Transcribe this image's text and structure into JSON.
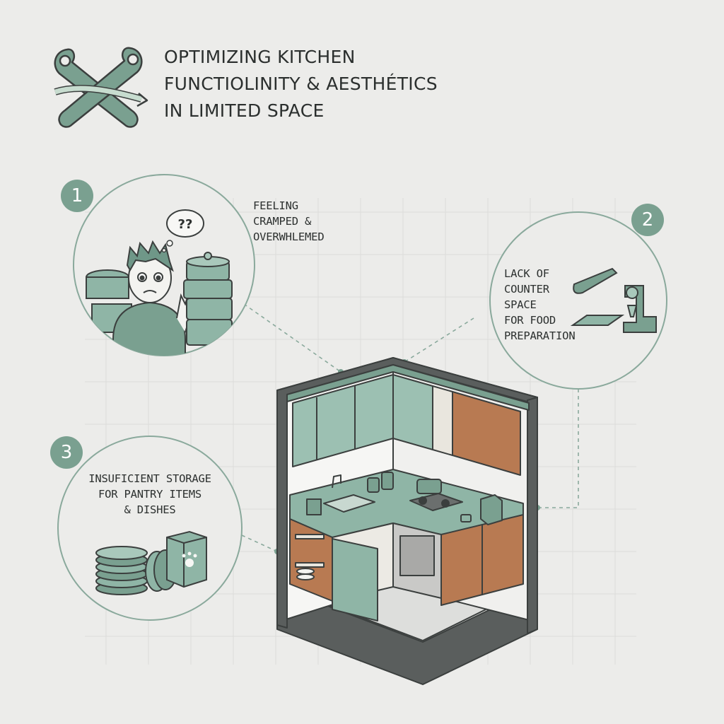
{
  "title": {
    "lines": [
      "OPTIMIZING KITCHEN",
      "FUNCTIOLINITY & AESTHÉTICS",
      "IN LIMITED SPACE"
    ],
    "icon": "wrench-and-measuring-tape-icon"
  },
  "callouts": [
    {
      "number": "1",
      "lines": [
        "FEELING",
        "CRAMPED &",
        "OVERWHLEMED"
      ],
      "thought_bubble": "??",
      "illustration": "overwhelmed-person-with-stacked-pots"
    },
    {
      "number": "2",
      "lines": [
        "LACK OF",
        "COUNTER",
        "SPACE",
        "FOR FOOD",
        "PREPARATION"
      ],
      "illustration": "knife-cutting-board-and-stand-mixer"
    },
    {
      "number": "3",
      "lines": [
        "INSUFICIENT STORAGE",
        "FOR PANTRY ITEMS",
        "& DISHES"
      ],
      "illustration": "stacked-plates-and-pantry-box"
    }
  ],
  "kitchen": {
    "illustration": "isometric-small-l-shaped-kitchen-cutaway"
  },
  "colors": {
    "background": "#ececea",
    "accent_green": "#7aa090",
    "cabinet_green": "#9cc0b2",
    "wood": "#b87a52",
    "outline": "#3b3f3e"
  }
}
